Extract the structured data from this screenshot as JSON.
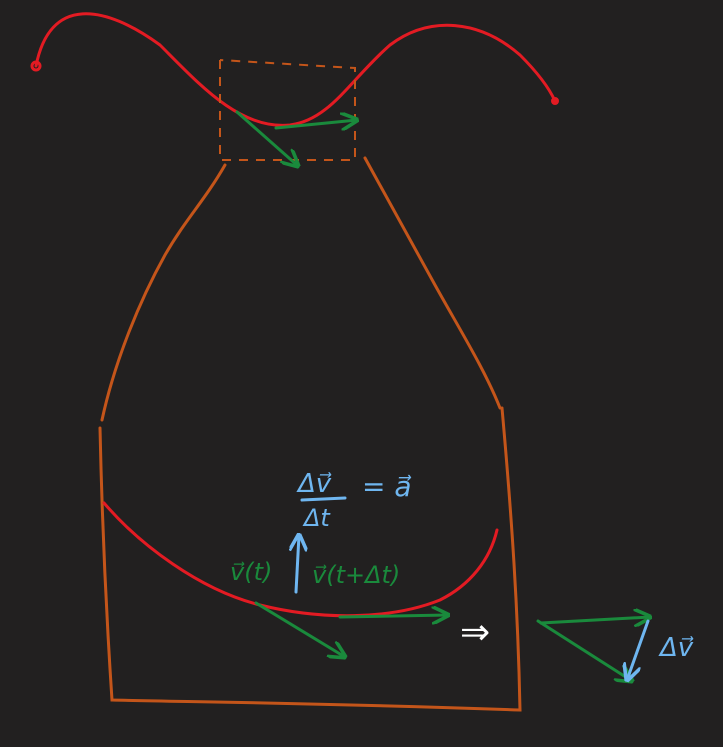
{
  "colors": {
    "background": "#222020",
    "curve": "#e31b23",
    "frame": "#c4551a",
    "velocity": "#1a8a3c",
    "delta": "#6fb6f0",
    "implies": "#ffffff"
  },
  "labels": {
    "delta_v": "Δv⃗",
    "delta_t": "Δt",
    "equals_a": "= a⃗",
    "v_t": "v⃗(t)",
    "v_t_dt": "v⃗(t+Δt)",
    "implies": "⇒",
    "delta_v_right": "Δv⃗"
  }
}
